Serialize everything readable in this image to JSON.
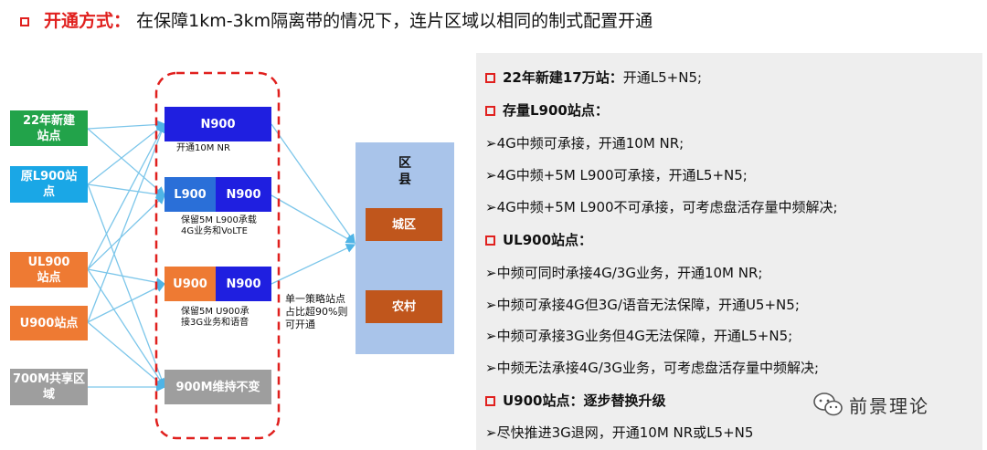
{
  "header": {
    "label": "开通方式：",
    "text": "在保障1km-3km隔离带的情况下，连片区域以相同的制式配置开通"
  },
  "sources": [
    {
      "label": "22年新建\n站点",
      "color": "#22a34a"
    },
    {
      "label": "原L900站\n点",
      "color": "#1aa7e6"
    },
    {
      "label": "UL900\n站点",
      "color": "#ee7a33"
    },
    {
      "label": "U900站点",
      "color": "#ee7a33"
    },
    {
      "label": "700M共享区\n域",
      "color": "#9e9e9e"
    }
  ],
  "configs": {
    "c1": {
      "label": "N900",
      "note": "开通10M NR"
    },
    "c2": {
      "left": "L900",
      "right": "N900",
      "note": "保留5M L900承载\n4G业务和VoLTE"
    },
    "c3": {
      "left": "U900",
      "right": "N900",
      "note": "保留5M U900承\n接3G业务和语音"
    },
    "c4": {
      "label": "900M维持不变"
    }
  },
  "strategy_note": "单一策略站点\n占比超90%则\n可开通",
  "county": {
    "title": "区\n县",
    "urban": "城区",
    "rural": "农村"
  },
  "panel": {
    "lines": [
      {
        "text": "22年新建17万站：",
        "rest": "开通L5+N5;",
        "heading": true
      },
      {
        "text": "存量L900站点：",
        "rest": "",
        "heading": true
      },
      {
        "text": "➢4G中频可承接，开通10M NR;",
        "heading": false
      },
      {
        "text": "➢4G中频+5M L900可承接，开通L5+N5;",
        "heading": false
      },
      {
        "text": "➢4G中频+5M L900不可承接，可考虑盘活存量中频解决;",
        "heading": false
      },
      {
        "text": "UL900站点：",
        "rest": "",
        "heading": true
      },
      {
        "text": "➢中频可同时承接4G/3G业务，开通10M NR;",
        "heading": false
      },
      {
        "text": "➢中频可承接4G但3G/语音无法保障，开通U5+N5;",
        "heading": false
      },
      {
        "text": "➢中频可承接3G业务但4G无法保障，开通L5+N5;",
        "heading": false
      },
      {
        "text": "➢中频无法承接4G/3G业务，可考虑盘活存量中频解决;",
        "heading": false
      },
      {
        "text": "U900站点：逐步替换升级",
        "rest": "",
        "heading": true
      },
      {
        "text": "➢尽快推进3G退网，开通10M NR或L5+N5",
        "heading": false
      }
    ]
  },
  "watermark": {
    "text": "前景理论",
    "icon": "wechat-icon"
  }
}
